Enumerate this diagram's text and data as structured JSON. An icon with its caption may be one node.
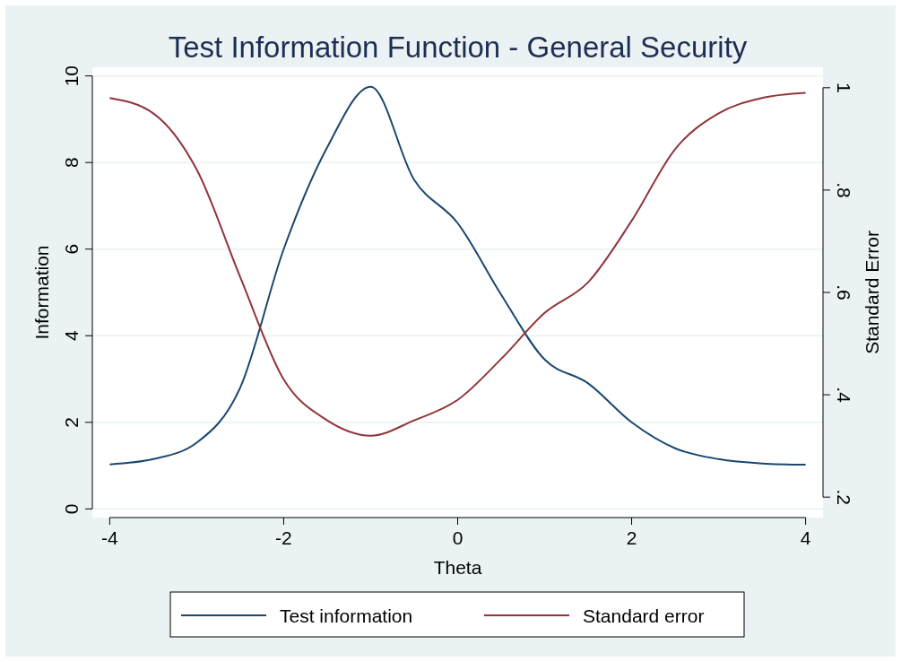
{
  "diagram": {
    "chart_data": {
      "type": "line",
      "title": "Test Information Function - General Security",
      "xlabel": "Theta",
      "ylabel": "Information",
      "y2label": "Standard Error",
      "x": [
        -4,
        -3.5,
        -3,
        -2.5,
        -2,
        -1.5,
        -1,
        -0.5,
        0,
        0.5,
        1,
        1.5,
        2,
        2.5,
        3,
        3.5,
        4
      ],
      "series": [
        {
          "name": "Test information",
          "color": "#1a476f",
          "values": [
            1.03,
            1.15,
            1.53,
            2.8,
            6.0,
            8.35,
            9.75,
            7.6,
            6.6,
            4.95,
            3.45,
            2.9,
            2.0,
            1.4,
            1.15,
            1.05,
            1.02
          ]
        },
        {
          "name": "Standard error",
          "color": "#90353b",
          "axis": "y2",
          "values": [
            0.98,
            0.95,
            0.84,
            0.63,
            0.43,
            0.35,
            0.32,
            0.35,
            0.39,
            0.47,
            0.56,
            0.62,
            0.74,
            0.88,
            0.95,
            0.98,
            0.99
          ]
        }
      ],
      "xlim": [
        -4.2,
        4.2
      ],
      "ylim": [
        -0.2,
        10.2
      ],
      "y2lim": [
        0.16,
        1.04
      ],
      "grid": true,
      "legend": "bottom",
      "xticks": [
        -4,
        -2,
        0,
        2,
        4
      ],
      "yticks": [
        0,
        2,
        4,
        6,
        8,
        10
      ],
      "y2ticks": [
        {
          "value": 0.2,
          "label": ".2"
        },
        {
          "value": 0.4,
          "label": ".4"
        },
        {
          "value": 0.6,
          "label": ".6"
        },
        {
          "value": 0.8,
          "label": ".8"
        },
        {
          "value": 1,
          "label": "1"
        }
      ]
    }
  }
}
